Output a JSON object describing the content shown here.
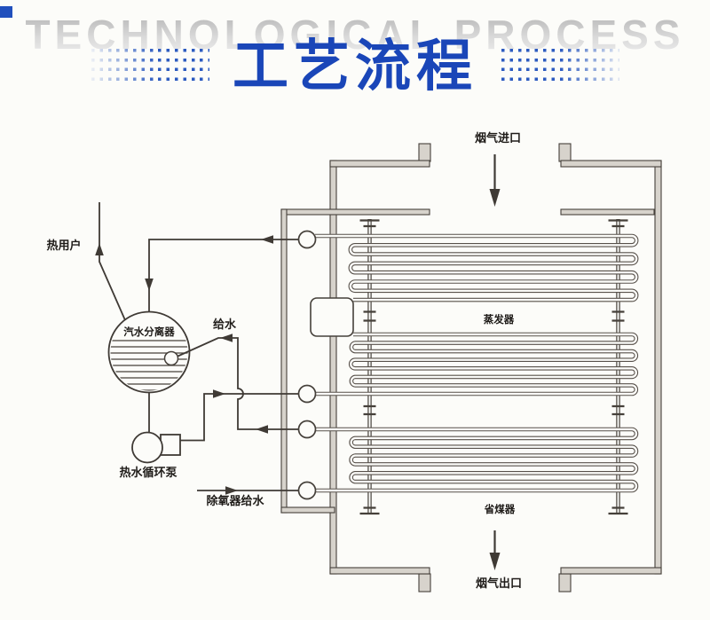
{
  "header": {
    "ghost_title": "TECHNOLOGICAL PROCESS",
    "title": "工艺流程"
  },
  "colors": {
    "accent_blue": "#1a46b8",
    "dot_blue": "#2d5bc0",
    "diagram_line": "#45403a",
    "ghost_gray": "#c9c9c9",
    "background": "#fcfcf9"
  },
  "diagram": {
    "labels": {
      "heat_user": "热用户",
      "separator": "汽水分离器",
      "feed_water": "给水",
      "pump": "热水循环泵",
      "deaerator_feed_water": "除氧器给水",
      "flue_gas_inlet": "烟气进口",
      "evaporator": "蒸发器",
      "economizer": "省煤器",
      "flue_gas_outlet": "烟气出口"
    }
  }
}
